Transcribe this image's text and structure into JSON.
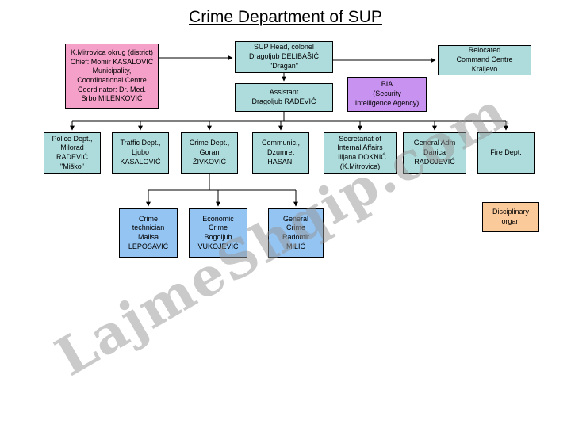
{
  "title": "Crime Department of SUP",
  "watermark": "LajmeShqip.com",
  "colors": {
    "node_teal": "#aedcdc",
    "node_pink": "#f5a0c8",
    "node_purple": "#c892f0",
    "node_blue": "#94c4f2",
    "node_orange": "#fbca9a",
    "line": "#000000"
  },
  "nodes": {
    "district": {
      "text": "K.Mitrovica okrug (district)\nChief: Momir KASALOVIĆ\nMunicipality,\nCoordinational Centre\nCoordinator: Dr. Med.\nSrbo MILENKOVIĆ"
    },
    "sup_head": {
      "text": "SUP Head, colonel\nDragoljub DELIBAŠIĆ\n\"Dragan\""
    },
    "relocated": {
      "text": "Relocated\nCommand Centre\nKraljevo"
    },
    "assistant": {
      "text": "Assistant\nDragoljub RADEVIĆ"
    },
    "bia": {
      "text": "BIA\n(Security\nIntelligence Agency)"
    },
    "police": {
      "text": "Police Dept.,\nMilorad\nRADEVIĆ\n\"Miško\""
    },
    "traffic": {
      "text": "Traffic Dept.,\nLjubo\nKASALOVIĆ"
    },
    "crime": {
      "text": "Crime Dept.,\nGoran\nŽIVKOVIĆ"
    },
    "communic": {
      "text": "Communic.,\nDzumret\nHASANI"
    },
    "secretariat": {
      "text": "Secretariat of\nInternal Affairs\nLilljana DOKNIĆ\n(K.Mitrovica)"
    },
    "general_adm": {
      "text": "General Adm\nDanica\nRADOJEVIĆ"
    },
    "fire": {
      "text": "Fire Dept."
    },
    "crime_technician": {
      "text": "Crime\ntechnician\nMalisa\nLEPOSAVIĆ"
    },
    "economic_crime": {
      "text": "Economic\nCrime\nBogoljub\nVUKOJEVIĆ"
    },
    "general_crime": {
      "text": "General\nCrime\nRadomir\nMILIĆ"
    },
    "disciplinary": {
      "text": "Disciplinary\norgan"
    }
  }
}
